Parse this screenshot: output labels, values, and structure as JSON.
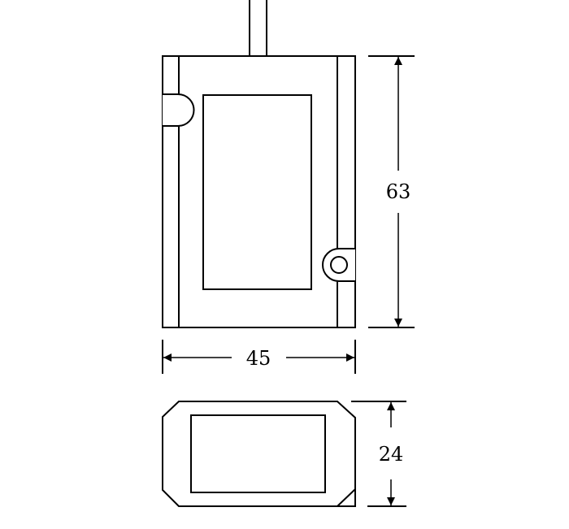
{
  "drawing": {
    "dimensions": {
      "height": "63",
      "width": "45",
      "depth": "24"
    },
    "line_color": "#000000",
    "background": "#ffffff"
  }
}
